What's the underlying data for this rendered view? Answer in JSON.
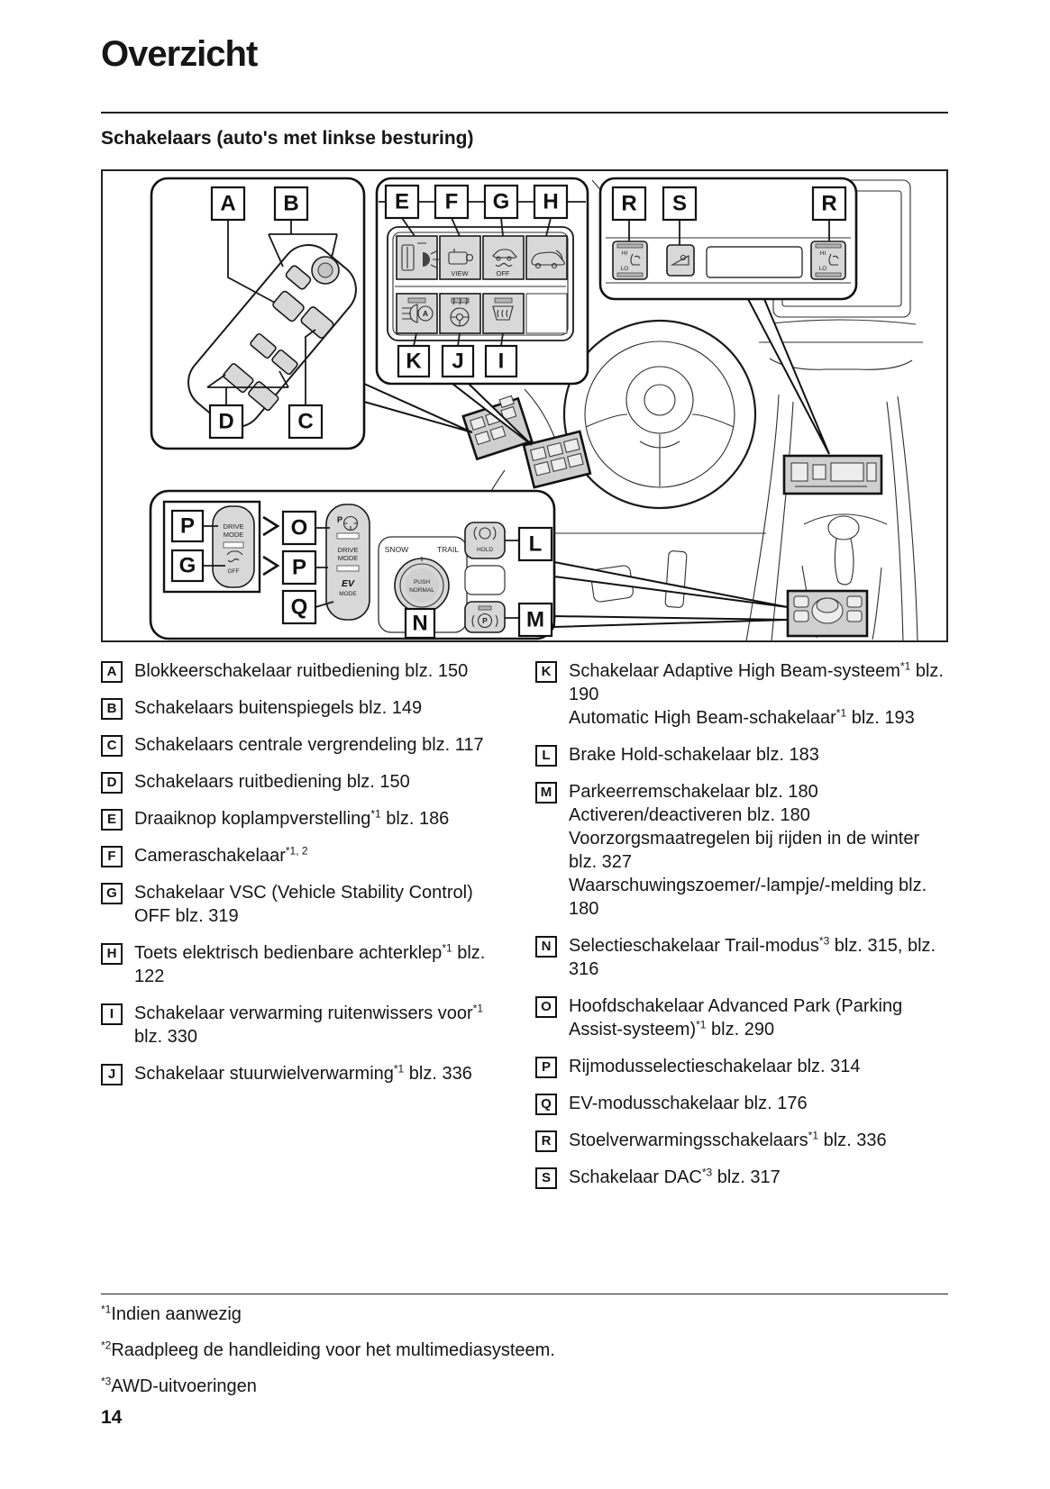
{
  "page": {
    "title": "Overzicht",
    "section_heading": "Schakelaars (auto's met linkse besturing)",
    "page_number": "14"
  },
  "diagram": {
    "callouts": [
      "A",
      "B",
      "D",
      "C",
      "E",
      "F",
      "G",
      "H",
      "K",
      "J",
      "I",
      "R",
      "S",
      "R",
      "P",
      "G",
      "O",
      "P",
      "Q",
      "N",
      "L",
      "M"
    ],
    "labels": {
      "view": "VIEW",
      "off": "OFF",
      "hi": "HI",
      "lo": "LO",
      "drive": "DRIVE",
      "mode": "MODE",
      "p": "P",
      "ev": "EV",
      "snow": "SNOW",
      "trail": "TRAIL",
      "push": "PUSH",
      "normal": "NORMAL",
      "hold": "HOLD",
      "auto": "A"
    }
  },
  "legend": {
    "left": [
      {
        "letter": "A",
        "parts": [
          {
            "t": "Blokkeerschakelaar ruitbediening blz. 150"
          }
        ]
      },
      {
        "letter": "B",
        "parts": [
          {
            "t": "Schakelaars buitenspiegels blz. 149"
          }
        ]
      },
      {
        "letter": "C",
        "parts": [
          {
            "t": "Schakelaars centrale vergrendeling blz. 117"
          }
        ]
      },
      {
        "letter": "D",
        "parts": [
          {
            "t": "Schakelaars ruitbediening blz. 150"
          }
        ]
      },
      {
        "letter": "E",
        "parts": [
          {
            "t": "Draaiknop koplampverstelling"
          },
          {
            "sup": "*1"
          },
          {
            "t": " blz. 186"
          }
        ]
      },
      {
        "letter": "F",
        "parts": [
          {
            "t": "Cameraschakelaar"
          },
          {
            "sup": "*1, 2"
          }
        ]
      },
      {
        "letter": "G",
        "parts": [
          {
            "t": "Schakelaar VSC (Vehicle Stability Control) OFF blz. 319"
          }
        ]
      },
      {
        "letter": "H",
        "parts": [
          {
            "t": "Toets elektrisch bedienbare achterklep"
          },
          {
            "sup": "*1"
          },
          {
            "t": " blz. 122"
          }
        ]
      },
      {
        "letter": "I",
        "parts": [
          {
            "t": "Schakelaar verwarming ruitenwissers voor"
          },
          {
            "sup": "*1"
          },
          {
            "t": " blz. 330"
          }
        ]
      },
      {
        "letter": "J",
        "parts": [
          {
            "t": "Schakelaar stuurwielverwarming"
          },
          {
            "sup": "*1"
          },
          {
            "t": " blz. 336"
          }
        ]
      }
    ],
    "right": [
      {
        "letter": "K",
        "parts": [
          {
            "t": "Schakelaar Adaptive High Beam-systeem"
          },
          {
            "sup": "*1"
          },
          {
            "t": " blz. 190"
          },
          {
            "br": true
          },
          {
            "t": "Automatic High Beam-schakelaar"
          },
          {
            "sup": "*1"
          },
          {
            "t": " blz. 193"
          }
        ]
      },
      {
        "letter": "L",
        "parts": [
          {
            "t": "Brake Hold-schakelaar blz. 183"
          }
        ]
      },
      {
        "letter": "M",
        "parts": [
          {
            "t": "Parkeerremschakelaar blz. 180"
          },
          {
            "br": true
          },
          {
            "t": "Activeren/deactiveren blz. 180"
          },
          {
            "br": true
          },
          {
            "t": "Voorzorgsmaatregelen bij rijden in de winter blz. 327"
          },
          {
            "br": true
          },
          {
            "t": "Waarschuwingszoemer/-lampje/-melding blz. 180"
          }
        ]
      },
      {
        "letter": "N",
        "parts": [
          {
            "t": "Selectieschakelaar Trail-modus"
          },
          {
            "sup": "*3"
          },
          {
            "t": " blz. 315, blz. 316"
          }
        ]
      },
      {
        "letter": "O",
        "parts": [
          {
            "t": "Hoofdschakelaar Advanced Park (Parking Assist-systeem)"
          },
          {
            "sup": "*1"
          },
          {
            "t": " blz. 290"
          }
        ]
      },
      {
        "letter": "P",
        "parts": [
          {
            "t": "Rijmodusselectieschakelaar blz. 314"
          }
        ]
      },
      {
        "letter": "Q",
        "parts": [
          {
            "t": "EV-modusschakelaar blz. 176"
          }
        ]
      },
      {
        "letter": "R",
        "parts": [
          {
            "t": "Stoelverwarmingsschakelaars"
          },
          {
            "sup": "*1"
          },
          {
            "t": " blz. 336"
          }
        ]
      },
      {
        "letter": "S",
        "parts": [
          {
            "t": "Schakelaar DAC"
          },
          {
            "sup": "*3"
          },
          {
            "t": " blz. 317"
          }
        ]
      }
    ]
  },
  "footnotes": [
    {
      "sup": "*1",
      "text": "Indien aanwezig"
    },
    {
      "sup": "*2",
      "text": "Raadpleeg de handleiding voor het multimediasysteem."
    },
    {
      "sup": "*3",
      "text": "AWD-uitvoeringen"
    }
  ],
  "colors": {
    "ink": "#1a1a1a",
    "panel_gray": "#d8d8d8",
    "highlight_gray": "#cfcfcf"
  }
}
